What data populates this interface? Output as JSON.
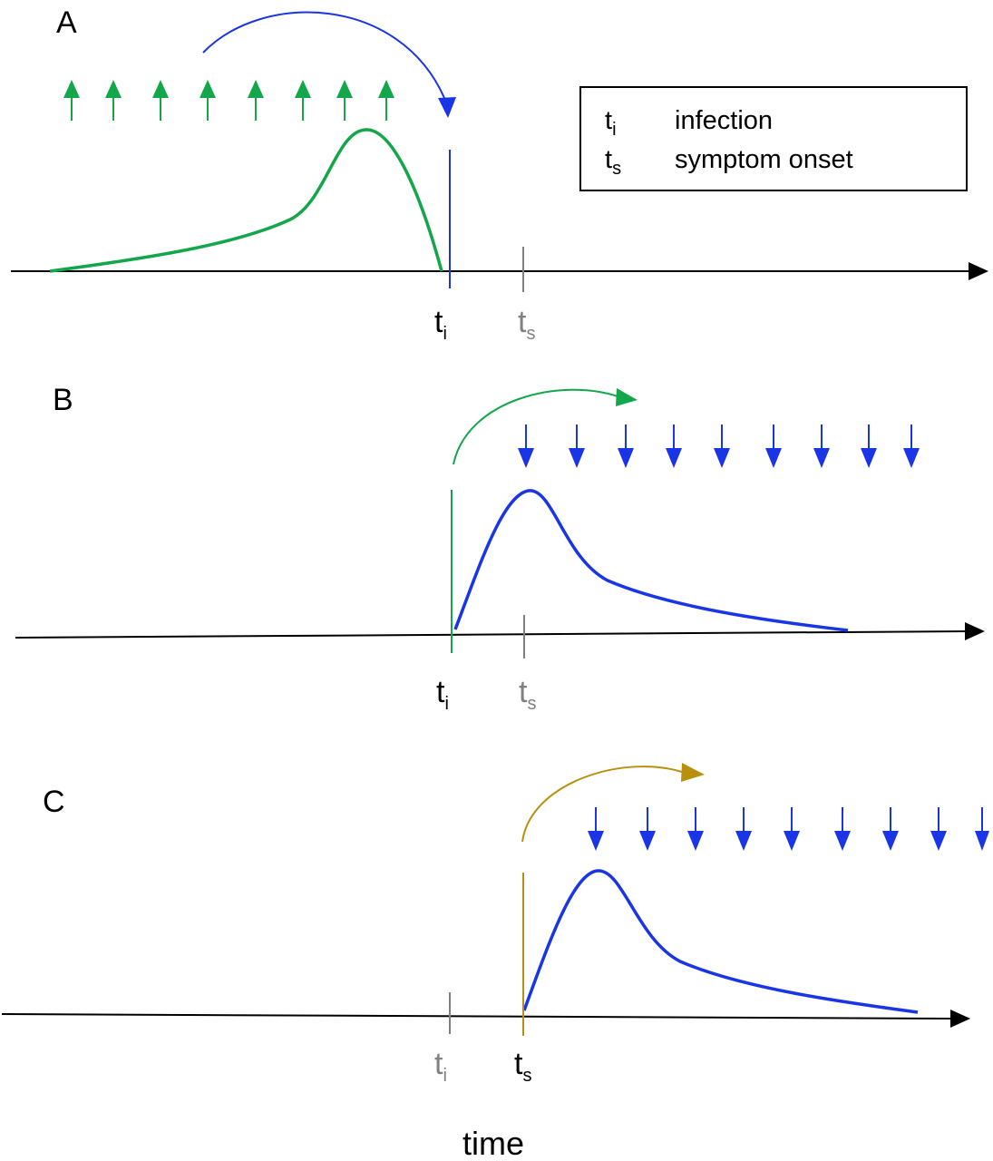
{
  "colors": {
    "green": "#13a64b",
    "blue": "#1a35e6",
    "gold": "#b8900e",
    "gray": "#808080",
    "black": "#000000"
  },
  "legend": [
    {
      "symbol": "t",
      "sub": "i",
      "text": "infection"
    },
    {
      "symbol": "t",
      "sub": "s",
      "text": "symptom onset"
    }
  ],
  "panels": [
    {
      "letter": "A",
      "t_i_label": "t",
      "t_i_sub": "i",
      "t_s_label": "t",
      "t_s_sub": "s"
    },
    {
      "letter": "B",
      "t_i_label": "t",
      "t_i_sub": "i",
      "t_s_label": "t",
      "t_s_sub": "s"
    },
    {
      "letter": "C",
      "t_i_label": "t",
      "t_i_sub": "i",
      "t_s_label": "t",
      "t_s_sub": "s"
    }
  ],
  "xlabel": "time"
}
